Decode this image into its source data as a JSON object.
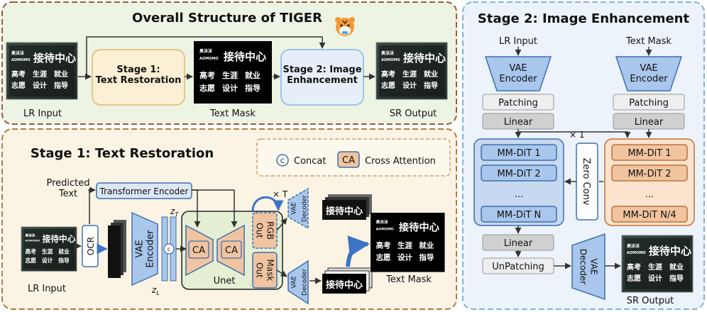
{
  "colors": {
    "overall_bg": "#eef4e3",
    "overall_border": "#9a5c3a",
    "stage1_bg": "#fbf4e4",
    "stage1_border": "#b07c3e",
    "stage2_bg": "#edf3fb",
    "stage2_border": "#7fb2e0",
    "blue_block": "#a9c6ec",
    "blue_block_border": "#3f6fae",
    "orange_block": "#f1c4a0",
    "orange_block_border": "#c0703a",
    "gray_block": "#d8d8d8",
    "unet_bg": "#e4efd3",
    "arrow": "#333333",
    "blue_arrow": "#3b74c7"
  },
  "overall": {
    "title": "Overall Structure of TIGER",
    "stage1_box": "Stage 1:\nText Restoration",
    "stage2_box": "Stage 2: Image\nEnhancement",
    "lr_input": "LR Input",
    "text_mask": "Text Mask",
    "sr_output": "SR Output"
  },
  "stage1": {
    "title": "Stage 1: Text Restoration",
    "legend_concat_symbol": "C",
    "legend_concat": "Concat",
    "legend_ca_symbol": "CA",
    "legend_ca": "Cross Attention",
    "predicted_text": "Predicted\nText",
    "transformer_encoder": "Transformer Encoder",
    "ocr": "OCR",
    "vae_encoder": "VAE\nEncoder",
    "z_t": "z",
    "z_t_sub": "T",
    "z_l": "z",
    "z_l_sub": "L",
    "ca_left": "CA",
    "ca_right": "CA",
    "unet": "Unet",
    "rgb_out": "RGB\nOut",
    "mask_out": "Mask\nOut",
    "times_t": "× T",
    "vae_decoder_top": "VAE\nDecoder",
    "vae_decoder_bottom": "VAE\nDecoder",
    "text_mask": "Text Mask",
    "lr_input": "LR Input"
  },
  "stage2": {
    "title": "Stage 2: Image Enhancement",
    "lr_input": "LR Input",
    "text_mask": "Text Mask",
    "vae_encoder_left": "VAE\nEncoder",
    "vae_encoder_right": "VAE\nEncoder",
    "patching_left": "Patching",
    "patching_right": "Patching",
    "linear_left": "Linear",
    "linear_right": "Linear",
    "times_1": "× 1",
    "left_blocks": [
      "MM-DiT 1",
      "MM-DiT 2",
      "...",
      "MM-DiT N"
    ],
    "right_blocks": [
      "MM-DiT 1",
      "MM-DiT 2",
      "...",
      "MM-DiT N/4"
    ],
    "zero_conv": "Zero Conv",
    "linear_bottom": "Linear",
    "unpatching": "UnPatching",
    "vae_decoder": "VAE\nDecoder",
    "sr_output": "SR Output"
  },
  "signboard": {
    "line1_small": "奥沫沫",
    "line1_brand": "AOMOMO",
    "line1_big": "接待中心",
    "line2": [
      "高考",
      "生涯",
      "就业"
    ],
    "line3": [
      "志愿",
      "设计",
      "指导"
    ],
    "strip": "接待中心"
  }
}
